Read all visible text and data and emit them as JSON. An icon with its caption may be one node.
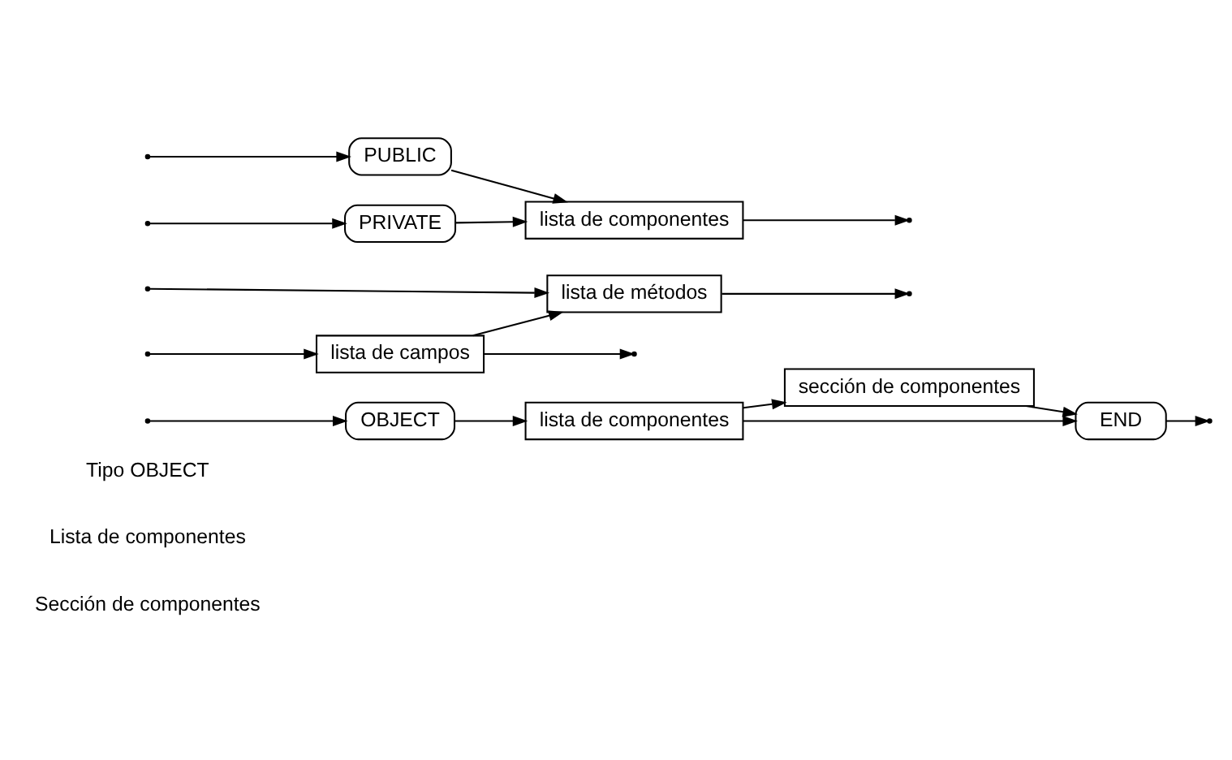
{
  "diagram": {
    "nodes": [
      {
        "text": [
          "OBJECT"
        ]
      },
      {
        "text": [
          "lista de componentes"
        ]
      },
      {
        "text": [
          "sección de componentes"
        ]
      },
      {
        "text": [
          "END"
        ]
      },
      {
        "text": [
          "lista de campos"
        ]
      },
      {
        "text": [
          "lista de métodos"
        ]
      },
      {
        "text": [
          "PRIVATE"
        ]
      },
      {
        "text": [
          "PUBLIC"
        ]
      },
      {
        "text": [
          "lista de componentes"
        ]
      }
    ],
    "edges": [
      {
        "from": null,
        "to": 0,
        "arrow": "to"
      },
      {
        "from": 0,
        "to": 1,
        "arrow": "to"
      },
      {
        "from": 1,
        "to": 2,
        "arrow": "to"
      },
      {
        "from": 2,
        "to": 3,
        "arrow": "to"
      },
      {
        "from": 1,
        "to": 3,
        "arrow": "to"
      },
      {
        "from": 3,
        "to": null,
        "arrow": "to"
      },
      {
        "from": null,
        "to": 4,
        "arrow": "to"
      },
      {
        "from": null,
        "to": 5,
        "arrow": "to"
      },
      {
        "from": 4,
        "to": 5,
        "arrow": "to"
      },
      {
        "from": 4,
        "to": null,
        "arrow": "to"
      },
      {
        "from": 5,
        "to": null,
        "arrow": "to"
      },
      {
        "from": null,
        "to": 6,
        "arrow": "to"
      },
      {
        "from": null,
        "to": 7,
        "arrow": "to"
      },
      {
        "from": 6,
        "to": 8,
        "arrow": "to"
      },
      {
        "from": 7,
        "to": 8,
        "arrow": "to"
      },
      {
        "from": 8,
        "to": null,
        "arrow": "to"
      }
    ],
    "labels": [
      "Tipo OBJECT",
      "Lista de componentes",
      "Sección de componentes"
    ]
  }
}
